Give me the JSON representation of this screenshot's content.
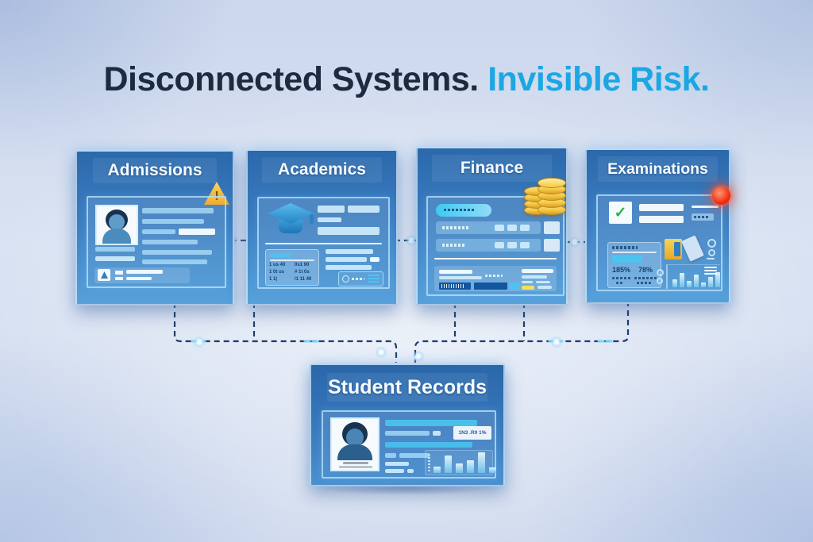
{
  "title": {
    "dark": "Disconnected Systems.",
    "accent": "Invisible Risk."
  },
  "colors": {
    "title_dark": "#1d2b40",
    "title_accent": "#1ba7e3",
    "card_top": "#2b68ac",
    "card_bottom": "#57a1db",
    "connector_line": "#1c3e6b",
    "connector_glow": "#59c8ff",
    "warning_yellow": "#f6b51e",
    "alert_red": "#ff3b22",
    "coin_gold": "#f2c341",
    "check_green": "#2fae47",
    "accent_yellow": "#f3e259"
  },
  "icons": {
    "warning_glyph": "!",
    "check_glyph": "✓",
    "admissions_icon": "warning-triangle",
    "academics_icon": "graduation-cap",
    "finance_icon": "gold-coins",
    "examinations_icon": "red-alert-dot",
    "student_records_icon": "id-card-avatar"
  },
  "cards": {
    "admissions": {
      "label": "Admissions"
    },
    "academics": {
      "label": "Academics",
      "table_rows": [
        [
          "1 us 40",
          "0s1 90"
        ],
        [
          "1 0t us",
          "# 1t 0s"
        ],
        [
          "1 1|",
          "/1 11 40"
        ]
      ]
    },
    "finance": {
      "label": "Finance"
    },
    "examinations": {
      "label": "Examinations",
      "stats": [
        "185%",
        "78%"
      ],
      "chart_bars": [
        10,
        18,
        8,
        16,
        6,
        13,
        19
      ]
    },
    "student_records": {
      "label": "Student Records",
      "badge": "1N3 .R0 1%",
      "chart_bars": [
        8,
        22,
        12,
        16,
        26,
        7
      ]
    }
  }
}
